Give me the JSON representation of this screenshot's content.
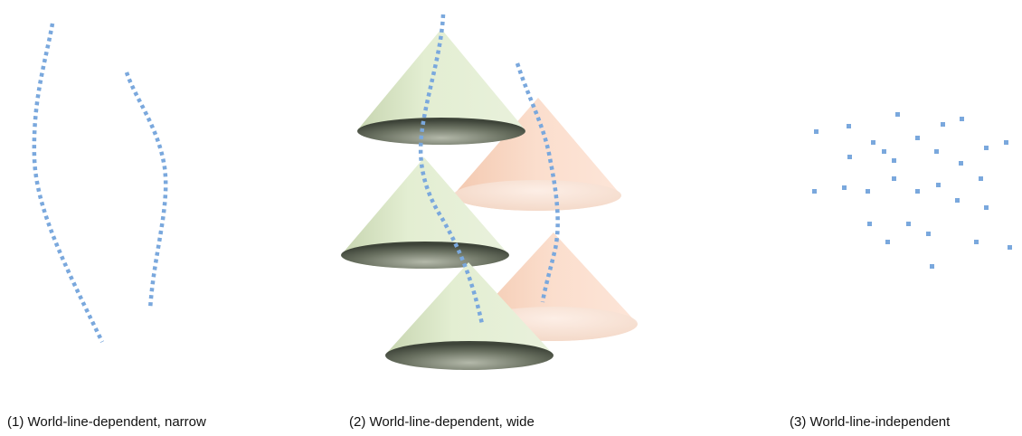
{
  "captions": [
    "(1) World-line-dependent, narrow",
    "(2) World-line-dependent, wide",
    "(3) World-line-independent"
  ],
  "colors": {
    "world_line": "#7aa8dd",
    "cone_green": "#dde9c8",
    "cone_peach": "#f8d5c0",
    "cone_base_shadow": "#3f463a"
  }
}
